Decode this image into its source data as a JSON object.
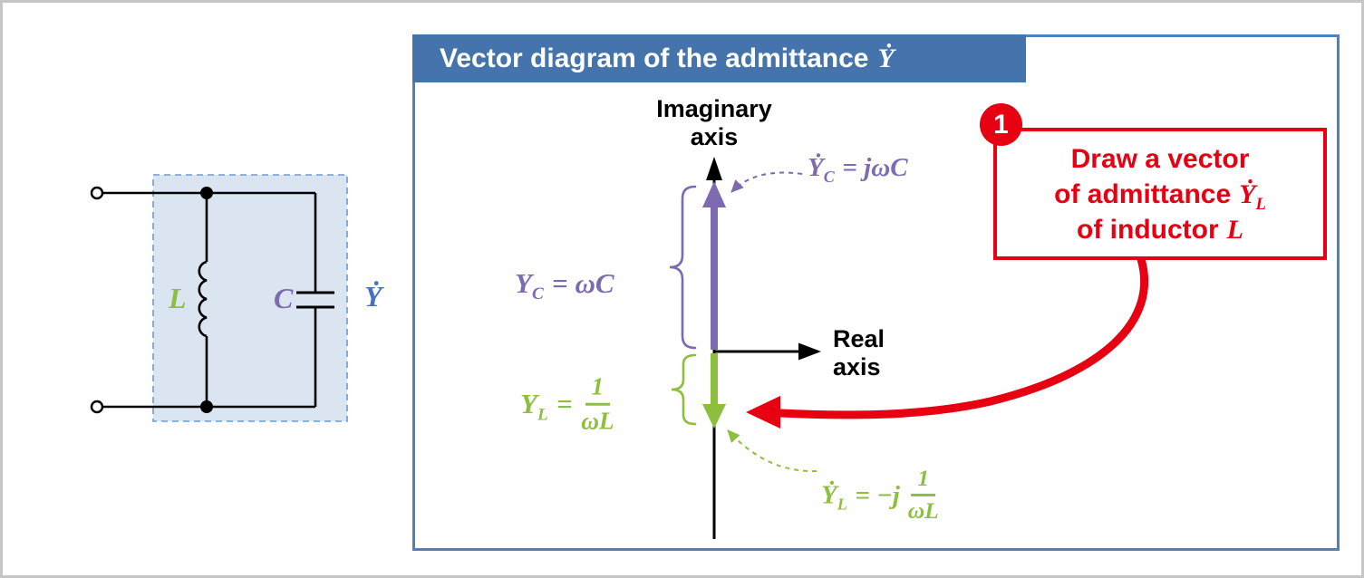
{
  "colors": {
    "accent_purple": "#7d6ab0",
    "accent_green": "#8dbf3e",
    "accent_red": "#e60012",
    "title_bar_blue": "#4474ab",
    "panel_border_blue": "#4f81bd",
    "circuit_box_fill": "#dbe5f1",
    "circuit_box_border": "#6b9bd2",
    "admittance_label_blue": "#4472c4"
  },
  "circuit": {
    "inductor_label": "L",
    "capacitor_label": "C",
    "admittance_label": "Ẏ"
  },
  "panel": {
    "title_text": "Vector diagram of the admittance",
    "title_symbol": "Ẏ"
  },
  "axes": {
    "imaginary_line1": "Imaginary",
    "imaginary_line2": "axis",
    "real_line1": "Real",
    "real_line2": "axis"
  },
  "capacitor_vector": {
    "phasor_symbol": "Ẏ",
    "phasor_subscript": "C",
    "phasor_equation": "= jωC",
    "magnitude_symbol": "Y",
    "magnitude_subscript": "C",
    "magnitude_equation": "= ωC"
  },
  "inductor_vector": {
    "phasor_symbol": "Ẏ",
    "phasor_subscript": "L",
    "phasor_equation": "= −j",
    "phasor_fraction_numerator": "1",
    "phasor_fraction_denominator": "ωL",
    "magnitude_symbol": "Y",
    "magnitude_subscript": "L",
    "magnitude_equation": "=",
    "magnitude_fraction_numerator": "1",
    "magnitude_fraction_denominator": "ωL"
  },
  "callout": {
    "badge_number": "1",
    "line1": "Draw a vector",
    "line2_text": "of admittance",
    "line2_symbol": "Ẏ",
    "line2_subscript": "L",
    "line3_text": "of inductor",
    "line3_symbol": "L"
  }
}
